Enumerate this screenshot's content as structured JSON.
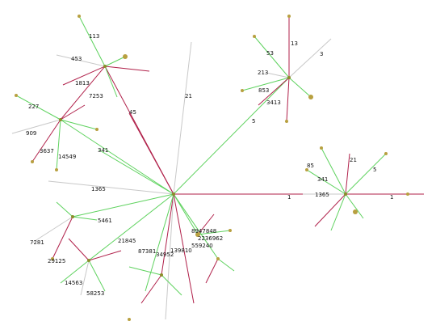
{
  "colors": {
    "background": "#ffffff",
    "edge_grey": "#c8c8c8",
    "edge_green": "#5ed25e",
    "edge_red": "#b0204a",
    "edge_olive": "#8c8c2a",
    "node": "#b8a040",
    "label": "#111111"
  },
  "labels": {
    "l113": "113",
    "l453": "453",
    "l1813": "1813",
    "l7253": "7253",
    "l45": "45",
    "l21top": "21",
    "l227": "227",
    "l909": "909",
    "l3637": "3637",
    "l14549": "14549",
    "l341left": "341",
    "l53": "53",
    "l13": "13",
    "l3": "3",
    "l213": "213",
    "l853": "853",
    "l3413": "3413",
    "l5mid": "5",
    "l85": "85",
    "l21right": "21",
    "l341right": "341",
    "l5right": "5",
    "l1365right": "1365",
    "l1a": "1",
    "l1b": "1",
    "l1365left": "1365",
    "l5461": "5461",
    "l7281": "7281",
    "l21845": "21845",
    "l29125": "29125",
    "l14563": "14563",
    "l58253": "58253",
    "l87381": "87381",
    "l34952": "34952",
    "l139810": "139810",
    "l559240": "559240",
    "l2236962": "2236962",
    "l8947848": "8947848"
  }
}
